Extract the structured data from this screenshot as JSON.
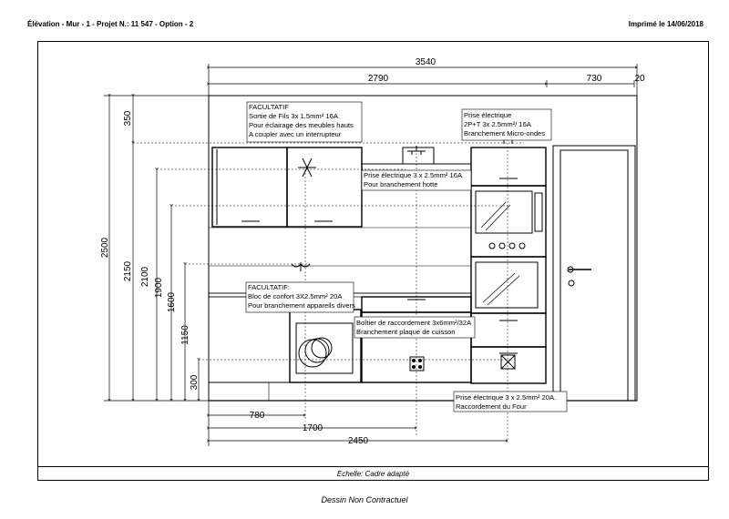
{
  "header": {
    "title": "Élévation - Mur - 1 - Projet N.: 11 547 - Option - 2",
    "printed": "Imprimé le 14/06/2018"
  },
  "dimensions": {
    "top_total": "3540",
    "top_left": "2790",
    "top_mid": "730",
    "top_right": "20",
    "h_2500": "2500",
    "h_350": "350",
    "h_2150": "2150",
    "h_2100": "2100",
    "h_1900": "1900",
    "h_1600": "1600",
    "h_1150": "1150",
    "h_300": "300",
    "bot_780": "780",
    "bot_1700": "1700",
    "bot_2450": "2450"
  },
  "notes": [
    {
      "lines": [
        "FACULTATIF",
        "Sortie de Fils 3x 1.5mm² 16A",
        "Pour éclairage des meubles hauts",
        "A coupler avec un interrupteur"
      ]
    },
    {
      "lines": [
        "Prise électrique",
        "2P+T 3x 2.5mm²/ 16A",
        "Branchement Micro-ondes"
      ]
    },
    {
      "lines": [
        "Prise électrique 3 x 2.5mm² 16A",
        "Pour branchement hotte"
      ]
    },
    {
      "lines": [
        "FACULTATIF:",
        "Bloc de confort 3X2.5mm² 20A",
        "Pour branchement appareils divers"
      ]
    },
    {
      "lines": [
        "Boîtier de raccordement 3x6mm²/32A",
        "Branchement plaque de cuisson"
      ]
    },
    {
      "lines": [
        "Prise électrique 3 x 2.5mm² 20A.",
        "Raccordement du Four"
      ]
    }
  ],
  "scale": "Echelle: Cadre adapté",
  "footer": "Dessin Non Contractuel",
  "icons": {
    "light_outlet": "light-outlet-icon",
    "socket": "socket-icon",
    "hob_box": "junction-box-icon"
  }
}
